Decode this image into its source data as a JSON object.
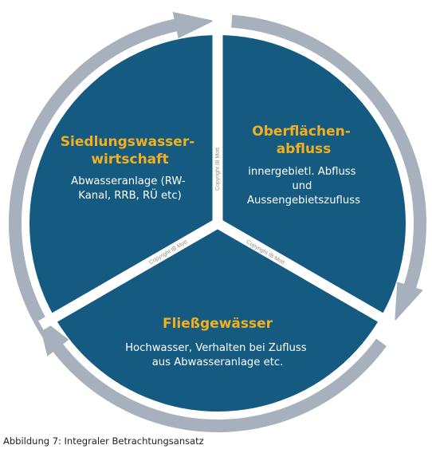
{
  "segments": [
    {
      "title": [
        "Siedlungswasser-",
        "wirtschaft"
      ],
      "text": [
        "Abwasseranlage (RW-",
        "Kanal, RRB, RÜ etc)"
      ]
    },
    {
      "title": [
        "Oberflächen-",
        "abfluss"
      ],
      "text": [
        "innergebietl. Abfluss",
        "und",
        "Aussengebietszufluss"
      ]
    },
    {
      "title": [
        "Fließgewässer"
      ],
      "text": [
        "Hochwasser, Verhalten bei Zufluss",
        "aus Abwasseranlage etc."
      ]
    }
  ],
  "watermark": "Copyright IB Mott",
  "caption": "Abbildung 7: Integraler Betrachtungsansatz",
  "colors": {
    "segment": "#155a80",
    "ring": "#a6b1bd",
    "title": "#f2b01e",
    "text": "#ffffff"
  }
}
